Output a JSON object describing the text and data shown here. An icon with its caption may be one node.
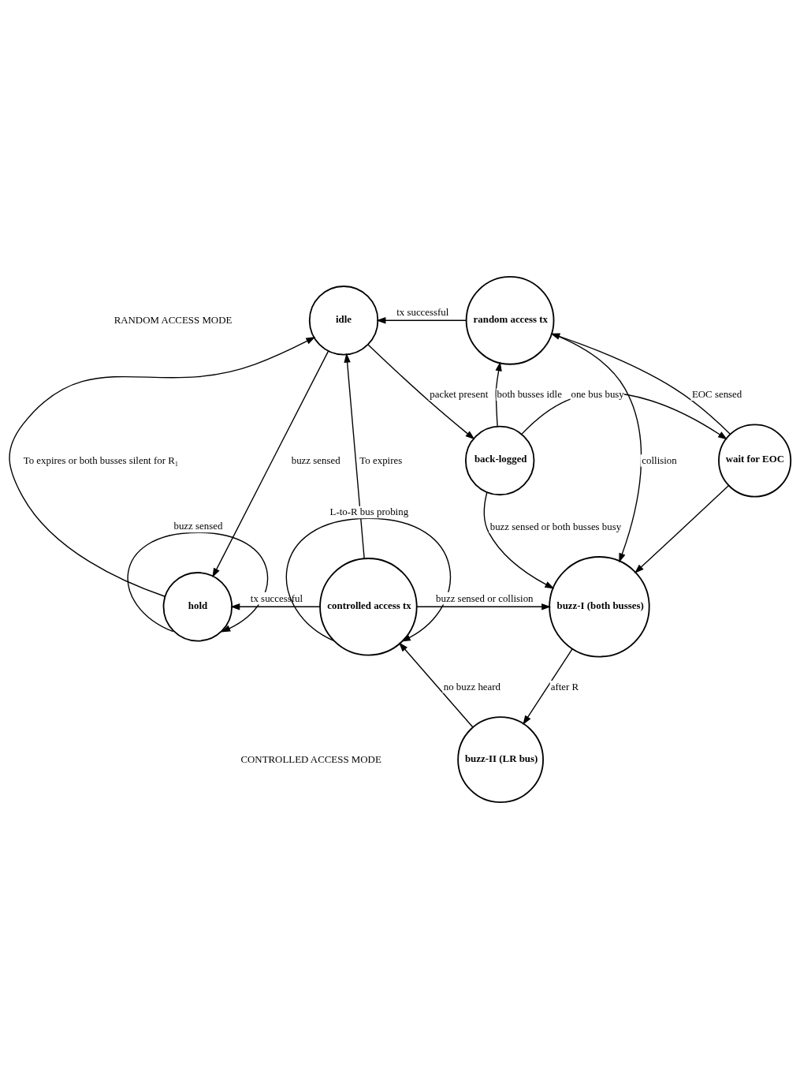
{
  "diagram": {
    "nodes": [
      {
        "text": [
          "idle"
        ]
      },
      {
        "text": [
          "random access tx"
        ]
      },
      {
        "text": [
          "back-logged"
        ]
      },
      {
        "text": [
          "wait for EOC"
        ]
      },
      {
        "text": [
          "hold"
        ]
      },
      {
        "text": [
          "controlled access tx"
        ]
      },
      {
        "text": [
          "buzz-I (both busses)"
        ]
      },
      {
        "text": [
          "buzz-II (LR bus)"
        ]
      }
    ],
    "edges": [
      {
        "from": 1,
        "to": 0,
        "arrow": "to",
        "label": "tx successful"
      },
      {
        "from": 0,
        "to": 2,
        "arrow": "to",
        "label": "packet present"
      },
      {
        "from": 2,
        "to": 1,
        "arrow": "to",
        "label": "both busses idle"
      },
      {
        "from": 3,
        "to": 1,
        "arrow": "to",
        "label": "EOC sensed"
      },
      {
        "from": 2,
        "to": 3,
        "arrow": "to",
        "label": "one bus busy"
      },
      {
        "from": 1,
        "to": 6,
        "arrow": "to",
        "label": "collision"
      },
      {
        "from": 2,
        "to": 6,
        "arrow": "to",
        "label": "buzz sensed or both busses busy"
      },
      {
        "from": 3,
        "to": 6,
        "arrow": "to"
      },
      {
        "from": 4,
        "to": 0,
        "arrow": "to",
        "label": "To expires or both busses silent for R₁"
      },
      {
        "from": 0,
        "to": 4,
        "arrow": "to",
        "label": "buzz sensed"
      },
      {
        "from": 5,
        "to": 0,
        "arrow": "to",
        "label": "To expires"
      },
      {
        "from": 5,
        "to": 4,
        "arrow": "to",
        "label": "tx successful"
      },
      {
        "from": 5,
        "to": 6,
        "arrow": "to",
        "label": "buzz sensed or collision"
      },
      {
        "from": 4,
        "to": 4,
        "arrow": "to",
        "label": "buzz sensed"
      },
      {
        "from": 5,
        "to": 5,
        "arrow": "to",
        "label": "L-to-R bus probing"
      },
      {
        "from": 6,
        "to": 7,
        "arrow": "to",
        "label": "after R"
      },
      {
        "from": 7,
        "to": 5,
        "arrow": "to",
        "label": "no buzz heard"
      }
    ],
    "labels": [
      "RANDOM ACCESS MODE",
      "CONTROLLED ACCESS MODE"
    ]
  }
}
